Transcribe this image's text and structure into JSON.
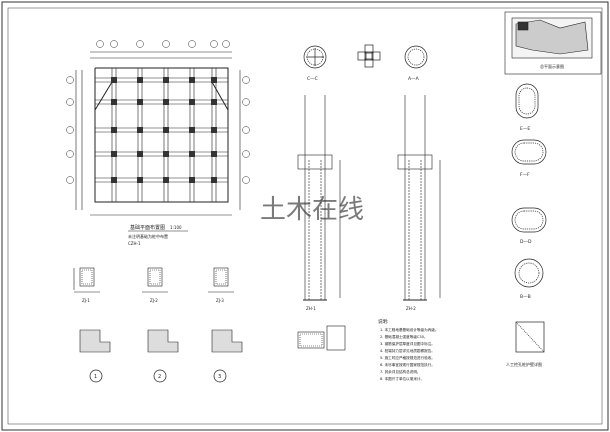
{
  "sheet": {
    "plan_title": "基础平面布置图",
    "plan_scale": "1:100",
    "plan_note_1": "未注明基础为桩中布置",
    "plan_note_2": "CZH-1",
    "section_cc": "C—C",
    "section_aa": "A—A",
    "section_ee": "E—E",
    "section_ff": "F—F",
    "section_dd": "D—D",
    "section_bb": "B—B",
    "pile_label_1": "ZH-1",
    "pile_label_2": "ZH-2",
    "cap_labels": [
      "ZJ-1",
      "ZJ-2",
      "ZJ-3"
    ],
    "bottom_circles": [
      "1",
      "2",
      "3"
    ],
    "notes_heading": "说明:",
    "notes": [
      "1. 本工程地基基础设计等级为丙级。",
      "2. 基础混凝土强度等级C30。",
      "3. 钢筋保护层厚度详见图中标注。",
      "4. 桩端持力层详见地质勘察报告。",
      "5. 施工时应严格按规范进行验收。",
      "6. 未尽事宜按现行国家规范执行。",
      "7. 其余详见结构总说明。",
      "8. 本图尺寸单位以毫米计。"
    ],
    "key_plan_label": "总平面示意图",
    "detail_caption": "人工挖孔桩护壁详图",
    "watermark": "土木在线"
  }
}
